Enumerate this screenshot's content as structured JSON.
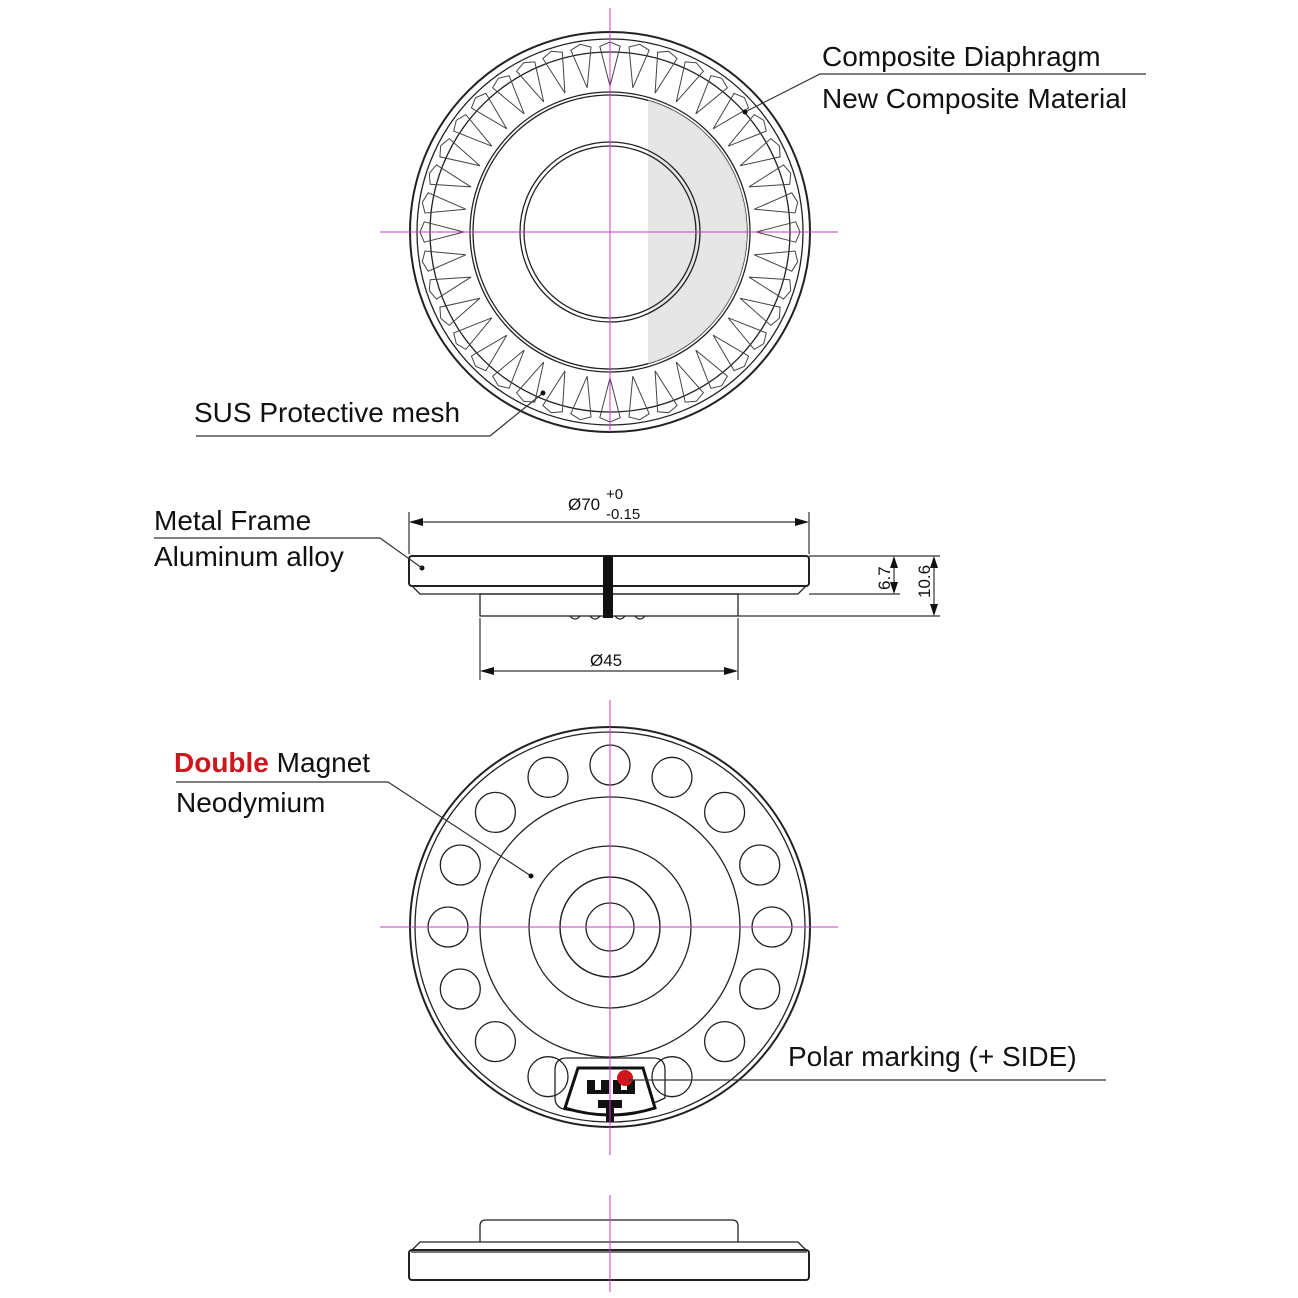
{
  "labels": {
    "diaphragm_title": "Composite Diaphragm",
    "diaphragm_sub": "New Composite Material",
    "mesh": "SUS Protective mesh",
    "frame_title": "Metal Frame",
    "frame_sub": "Aluminum alloy",
    "magnet_highlight": "Double",
    "magnet_title": "Magnet",
    "magnet_sub": "Neodymium",
    "polar": "Polar marking (+ SIDE)"
  },
  "dimensions": {
    "outer_diameter": "Ø70",
    "tol_upper": "+0",
    "tol_lower": "-0.15",
    "inner_diameter": "Ø45",
    "frame_height": "6.7",
    "total_height": "10.6"
  },
  "colors": {
    "accent_red": "#d0161b",
    "centerline": "#c83cc8",
    "line": "#222222",
    "diaphragm_fill": "#e2e2e2"
  }
}
